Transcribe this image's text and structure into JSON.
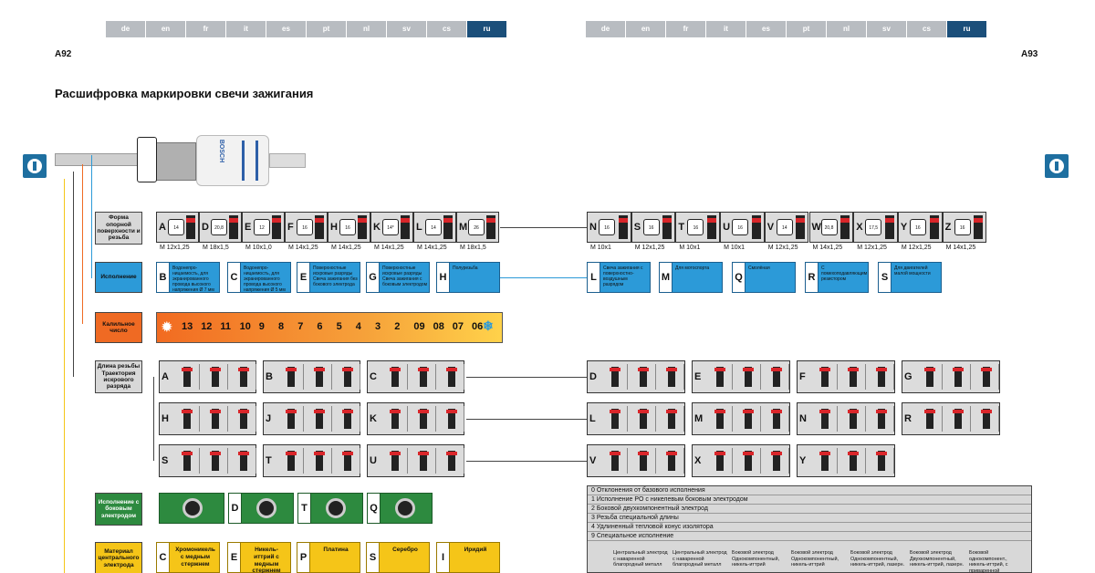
{
  "langs": [
    "de",
    "en",
    "fr",
    "it",
    "es",
    "pt",
    "nl",
    "sv",
    "cs",
    "ru"
  ],
  "active_lang": "ru",
  "page_left": "A92",
  "page_right": "A93",
  "title": "Расшифровка маркировки свечи зажигания",
  "brand": "BOSCH",
  "cat1": "Форма опорной поверхности и резьба",
  "cat2": "Исполнение",
  "cat3": "Калильное число",
  "cat4": "Длина резьбы Траектория искрового разряда",
  "cat5": "Исполнение с боковым электродом",
  "cat6": "Материал центрального электрода",
  "threads_left": [
    {
      "l": "A",
      "hex": "14",
      "cap": "M 12x1,25"
    },
    {
      "l": "D",
      "hex": "20,8",
      "cap": "M 18x1,5"
    },
    {
      "l": "E",
      "hex": "12",
      "cap": "M 10x1,0"
    },
    {
      "l": "F",
      "hex": "16",
      "cap": "M 14x1,25"
    },
    {
      "l": "H",
      "hex": "16",
      "cap": "M 14x1,25"
    },
    {
      "l": "K",
      "hex": "14*",
      "cap": "M 14x1,25"
    },
    {
      "l": "L",
      "hex": "14",
      "cap": "M 14x1,25"
    },
    {
      "l": "M",
      "hex": "26",
      "cap": "M 18x1,5"
    }
  ],
  "threads_right": [
    {
      "l": "N",
      "hex": "16",
      "cap": "M 10x1"
    },
    {
      "l": "S",
      "hex": "16",
      "cap": "M 12x1,25"
    },
    {
      "l": "T",
      "hex": "16",
      "cap": "M 10x1"
    },
    {
      "l": "U",
      "hex": "16",
      "cap": "M 10x1"
    },
    {
      "l": "V",
      "hex": "14",
      "cap": "M 12x1,25"
    },
    {
      "l": "W",
      "hex": "20,8",
      "cap": "M 14x1,25"
    },
    {
      "l": "X",
      "hex": "17,5",
      "cap": "M 12x1,25"
    },
    {
      "l": "Y",
      "hex": "16",
      "cap": "M 12x1,25"
    },
    {
      "l": "Z",
      "hex": "16",
      "cap": "M 14x1,25"
    }
  ],
  "versions_left": [
    {
      "l": "B",
      "t": "Водонепро-ницаемость, для экранированного провода высокого напряжения Ø 7 мм"
    },
    {
      "l": "C",
      "t": "Водонепро-ницаемость, для экранированного провода высокого напряжения Ø 5 мм"
    },
    {
      "l": "E",
      "t": "Поверхностные искровые разряды Свеча зажигания без бокового электрода"
    },
    {
      "l": "G",
      "t": "Поверхностные искровые разряды Свеча зажигания с боковым электродом"
    },
    {
      "l": "H",
      "t": "Полурезьба"
    }
  ],
  "versions_right": [
    {
      "l": "L",
      "t": "Свеча зажигания с поверхностно-воздушным разрядом"
    },
    {
      "l": "M",
      "t": "Для мотоспорта"
    },
    {
      "l": "Q",
      "t": "Смолёная"
    },
    {
      "l": "R",
      "t": "С помехоподавляющим резистором"
    },
    {
      "l": "S",
      "t": "Для двигателей малой мощности"
    }
  ],
  "heat": [
    "13",
    "12",
    "11",
    "10",
    "9",
    "8",
    "7",
    "6",
    "5",
    "4",
    "3",
    "2",
    "09",
    "08",
    "07",
    "06"
  ],
  "len_left": [
    [
      "A",
      "B",
      "C"
    ],
    [
      "H",
      "J",
      "K"
    ],
    [
      "S",
      "T",
      "U"
    ]
  ],
  "len_right": [
    [
      "D",
      "E",
      "F",
      "G"
    ],
    [
      "L",
      "M",
      "N",
      "R"
    ],
    [
      "V",
      "X",
      "Y"
    ]
  ],
  "side": [
    "D",
    "T",
    "Q"
  ],
  "materials": [
    {
      "l": "C",
      "t": "Хромоникель с медным стержнем"
    },
    {
      "l": "E",
      "t": "Никель-иттрий с медным стержнем"
    },
    {
      "l": "P",
      "t": "Платина"
    },
    {
      "l": "S",
      "t": "Серебро"
    },
    {
      "l": "I",
      "t": "Иридий"
    }
  ],
  "legend": [
    "0   Отклонения от базового исполнения",
    "1   Исполнение PO с никелевым боковым электродом",
    "2   Боковой двухкомпонентный электрод",
    "3   Резьба специальной длины",
    "4   Удлиненный тепловой конус изолятора",
    "9   Специальное исполнение"
  ],
  "legend_cols": [
    "Центральный электрод с наваренной благородный металл",
    "Центральный электрод с наваренной благородный металл",
    "Боковой электрод Однокомпонентный, никель-иттрий",
    "Боковой электрод Однокомпонентный, никель-иттрий",
    "Боковой электрод Однокомпонентный, никель-иттрий, лазерн.",
    "Боковой электрод Двухкомпонентный, никель-иттрий, лазерн.",
    "Боковой однокомпонент., никель-иттрий, с приваренной"
  ],
  "colors": {
    "blue": "#2c9ad8",
    "green": "#2d8a3f",
    "yellow": "#f5c518",
    "orange": "#ef6a23",
    "dark_blue": "#1b4f7a"
  }
}
